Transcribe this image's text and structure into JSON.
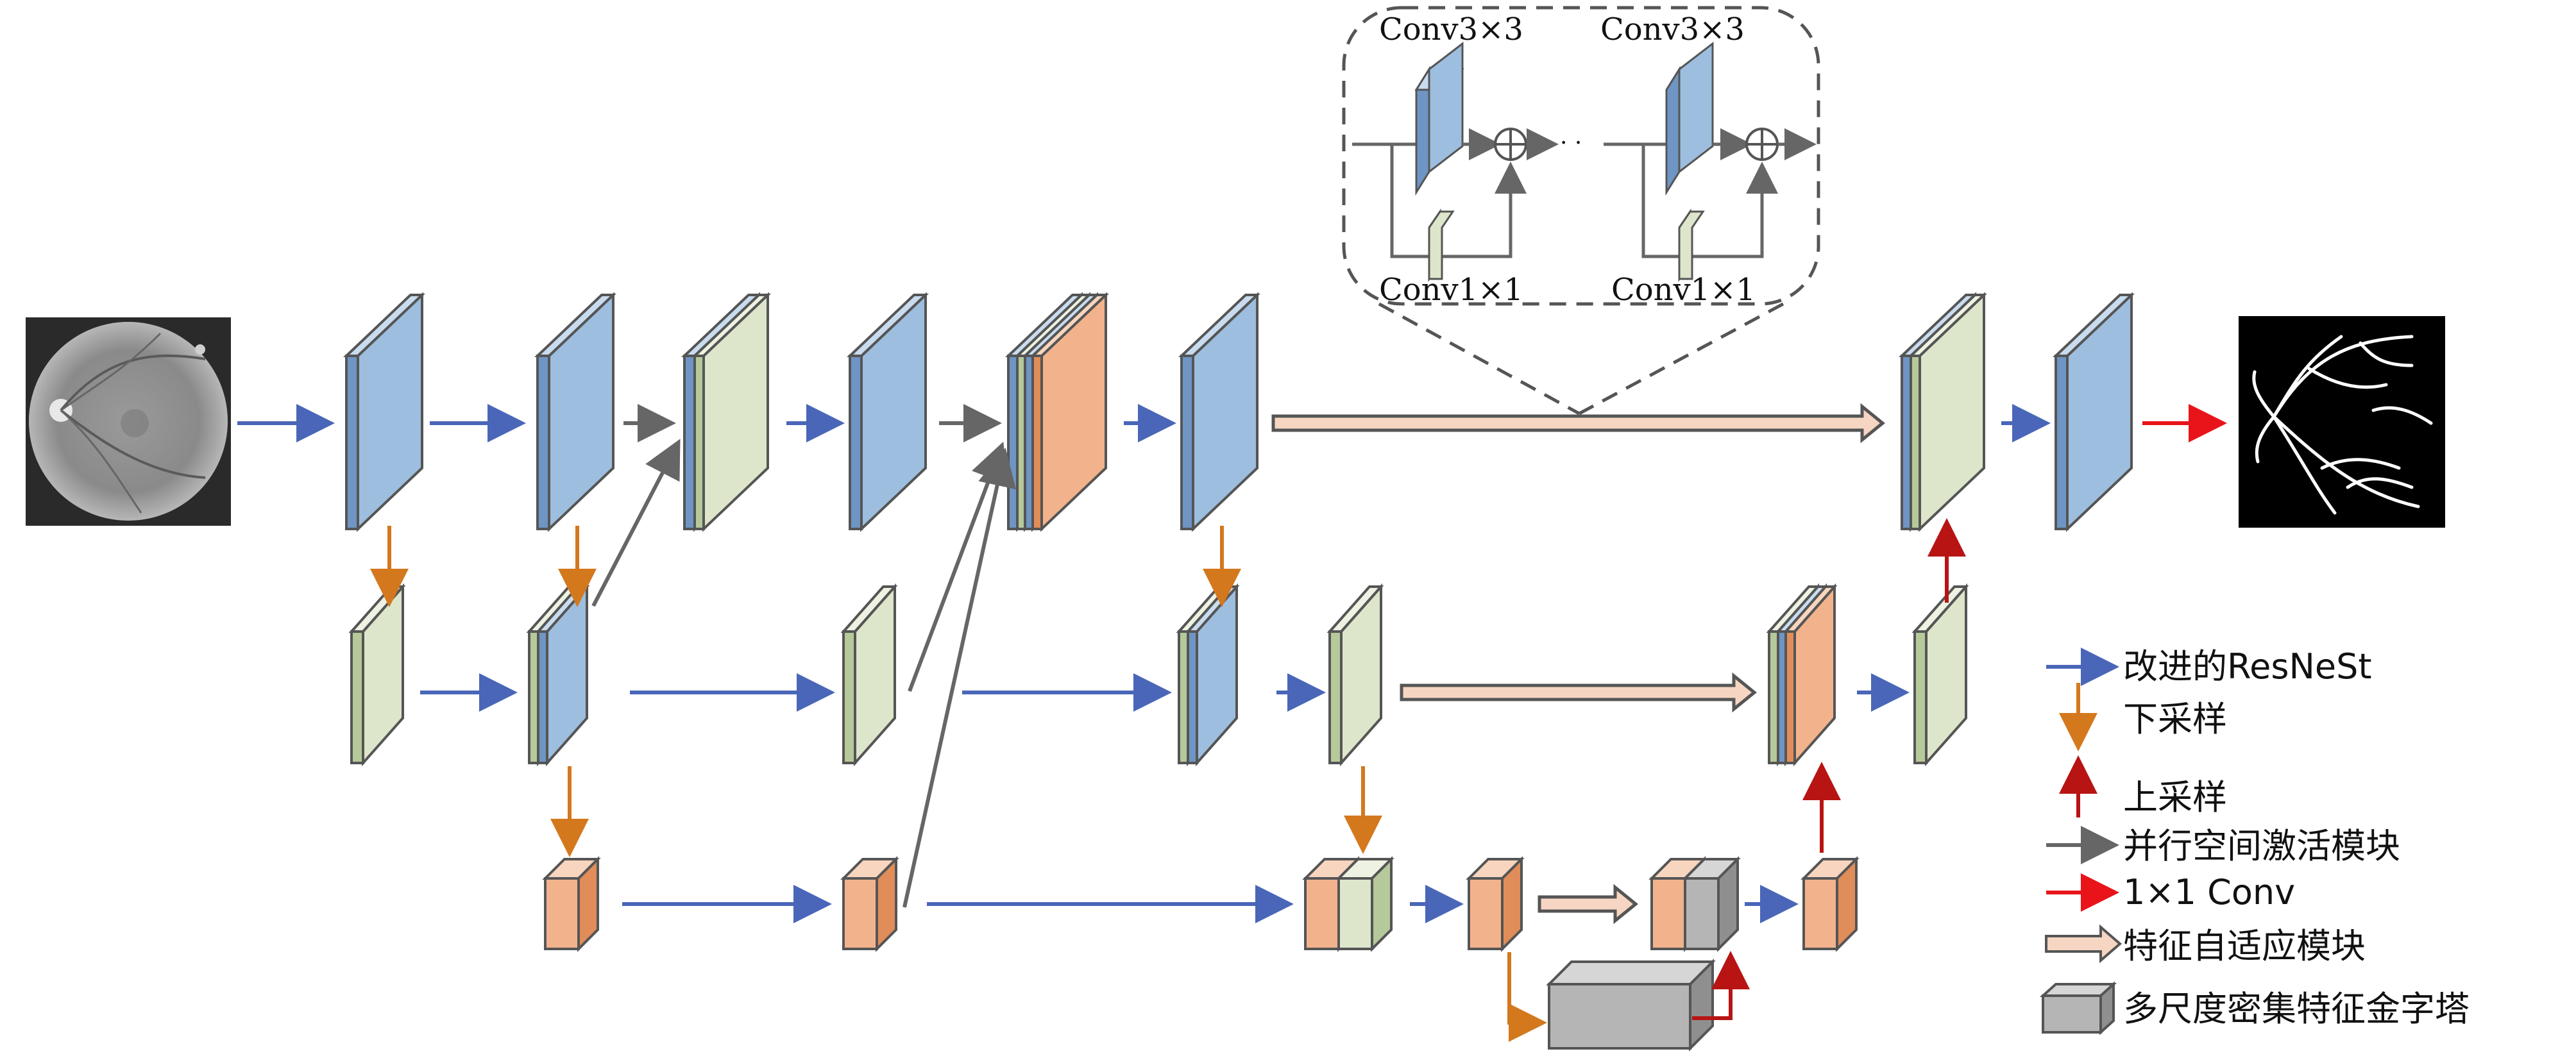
{
  "colors": {
    "blue_face": "#9DBEDE",
    "blue_side": "#6E95C3",
    "blue_top": "#C9DCEF",
    "green_face": "#DDE6CB",
    "green_side": "#B6C99A",
    "green_top": "#EDF2E2",
    "orange_face": "#F2B38C",
    "orange_side": "#E08D5A",
    "orange_top": "#F8D5BE",
    "gray_face": "#B5B5B5",
    "gray_side": "#8F8F8F",
    "gray_top": "#D6D6D6",
    "outline": "#555555",
    "arrow_blue": "#4A66B8",
    "arrow_orange": "#D4781E",
    "arrow_darkred": "#B81414",
    "arrow_gray": "#666666",
    "arrow_red": "#E8141A",
    "arrow_fat_fill": "#F6D6C2",
    "arrow_fat_stroke": "#555555"
  },
  "images": {
    "input": "retinal-fundus-image",
    "output": "vessel-segmentation-map"
  },
  "inset": {
    "conv3_label_left": "Conv3×3",
    "conv3_label_right": "Conv3×3",
    "conv1_label_left": "Conv1×1",
    "conv1_label_right": "Conv1×1",
    "plus_symbol": "⊕",
    "ellipsis": "· ·"
  },
  "legend": {
    "items": [
      {
        "icon": "blue-arrow-icon",
        "label": "改进的ResNeSt"
      },
      {
        "icon": "orange-down-arrow-icon",
        "label": "下采样"
      },
      {
        "icon": "red-up-arrow-icon",
        "label": "上采样"
      },
      {
        "icon": "gray-arrow-icon",
        "label": "并行空间激活模块"
      },
      {
        "icon": "red-arrow-icon",
        "label": "1×1 Conv"
      },
      {
        "icon": "fat-arrow-icon",
        "label": "特征自适应模块"
      },
      {
        "icon": "gray-box-icon",
        "label": "多尺度密集特征金字塔"
      }
    ]
  }
}
